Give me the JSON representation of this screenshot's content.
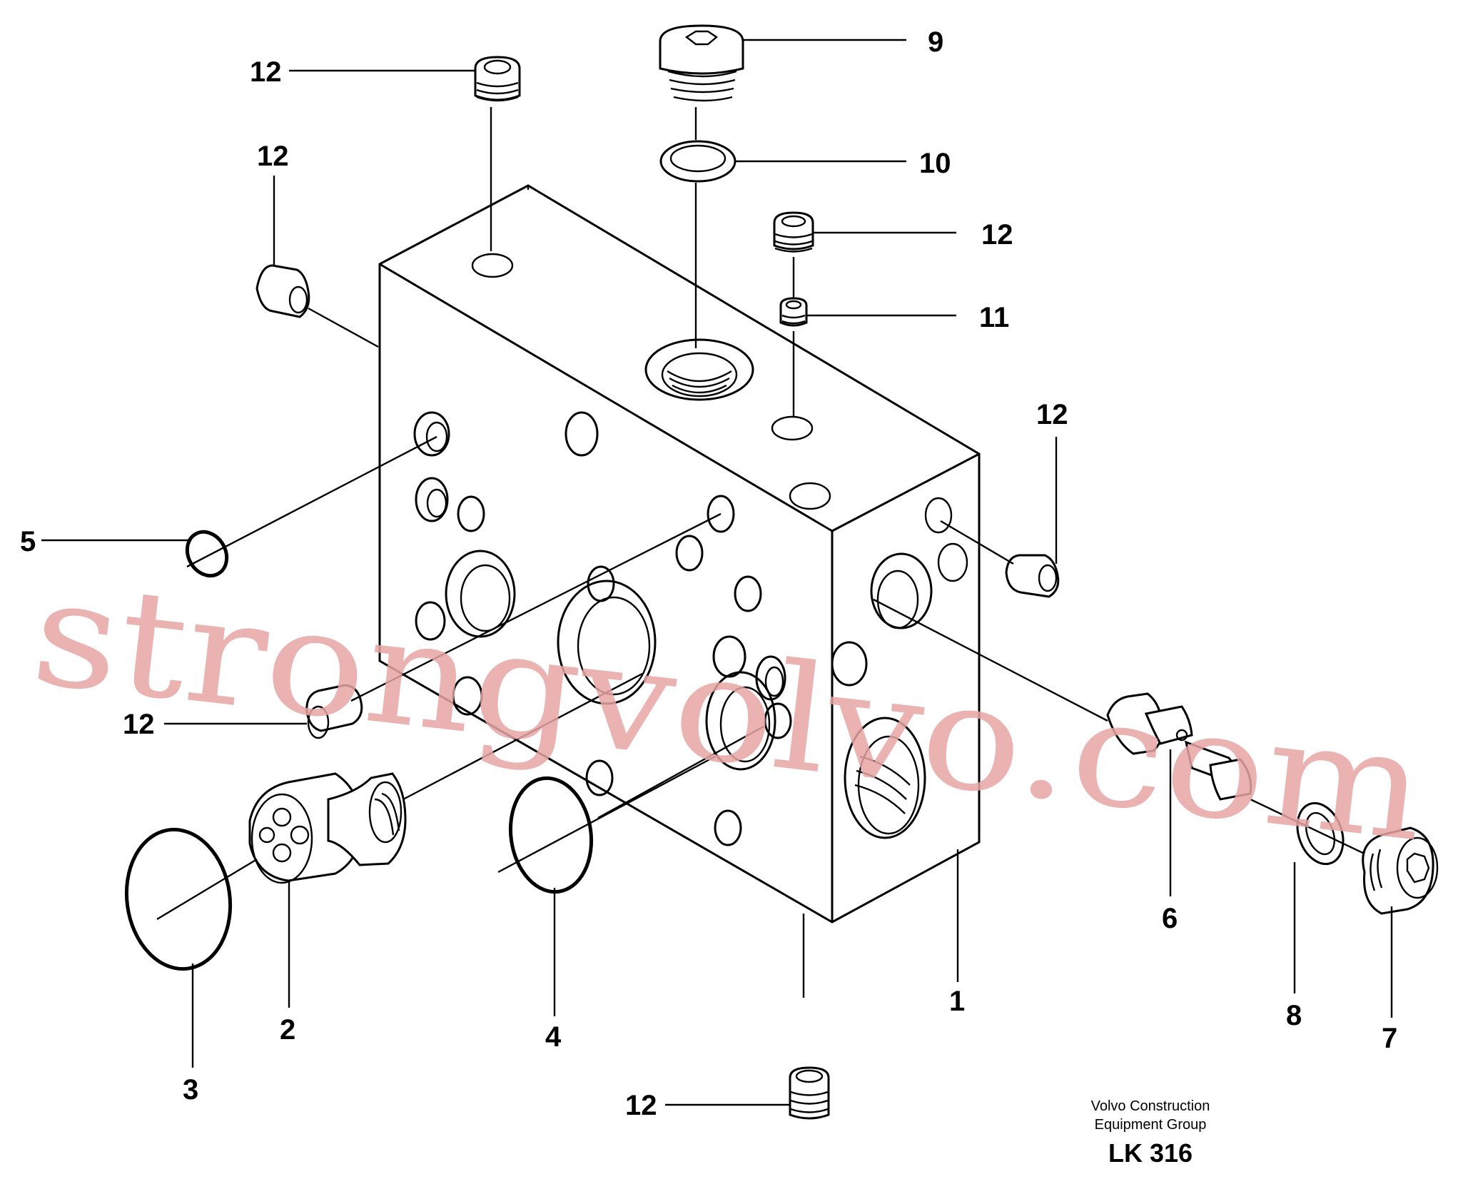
{
  "callouts": {
    "c1": "1",
    "c2": "2",
    "c3": "3",
    "c4": "4",
    "c5": "5",
    "c6": "6",
    "c7": "7",
    "c8": "8",
    "c9": "9",
    "c10": "10",
    "c11": "11",
    "c12a": "12",
    "c12b": "12",
    "c12c": "12",
    "c12d": "12",
    "c12e": "12",
    "c12f": "12"
  },
  "footer": {
    "line1": "Volvo Construction",
    "line2": "Equipment Group",
    "code": "LK 316"
  },
  "watermark": {
    "text": "strongvolvo.com",
    "color": "#e8a4a4"
  }
}
